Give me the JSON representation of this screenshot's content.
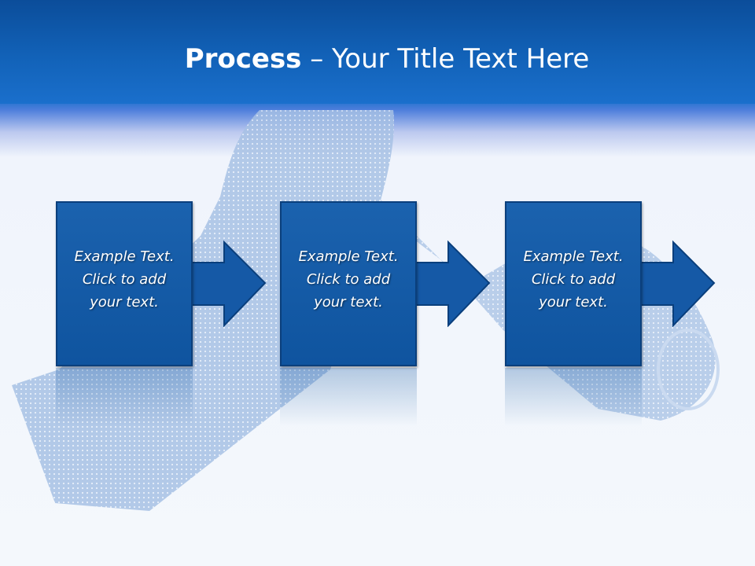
{
  "slide": {
    "title_bold": "Process",
    "title_rest": " – Your Title Text Here"
  },
  "steps": [
    {
      "lines": [
        "Example Text.",
        "Click  to add",
        "your text."
      ]
    },
    {
      "lines": [
        "Example Text.",
        "Click  to add",
        "your text."
      ]
    },
    {
      "lines": [
        "Example Text.",
        "Click  to add",
        "your text."
      ]
    }
  ],
  "colors": {
    "header": "#1262b8",
    "box_fill": "#1559a6",
    "box_border": "#0a3f7c",
    "background": "#f3f7fc",
    "tie": "#a9c3e6"
  }
}
